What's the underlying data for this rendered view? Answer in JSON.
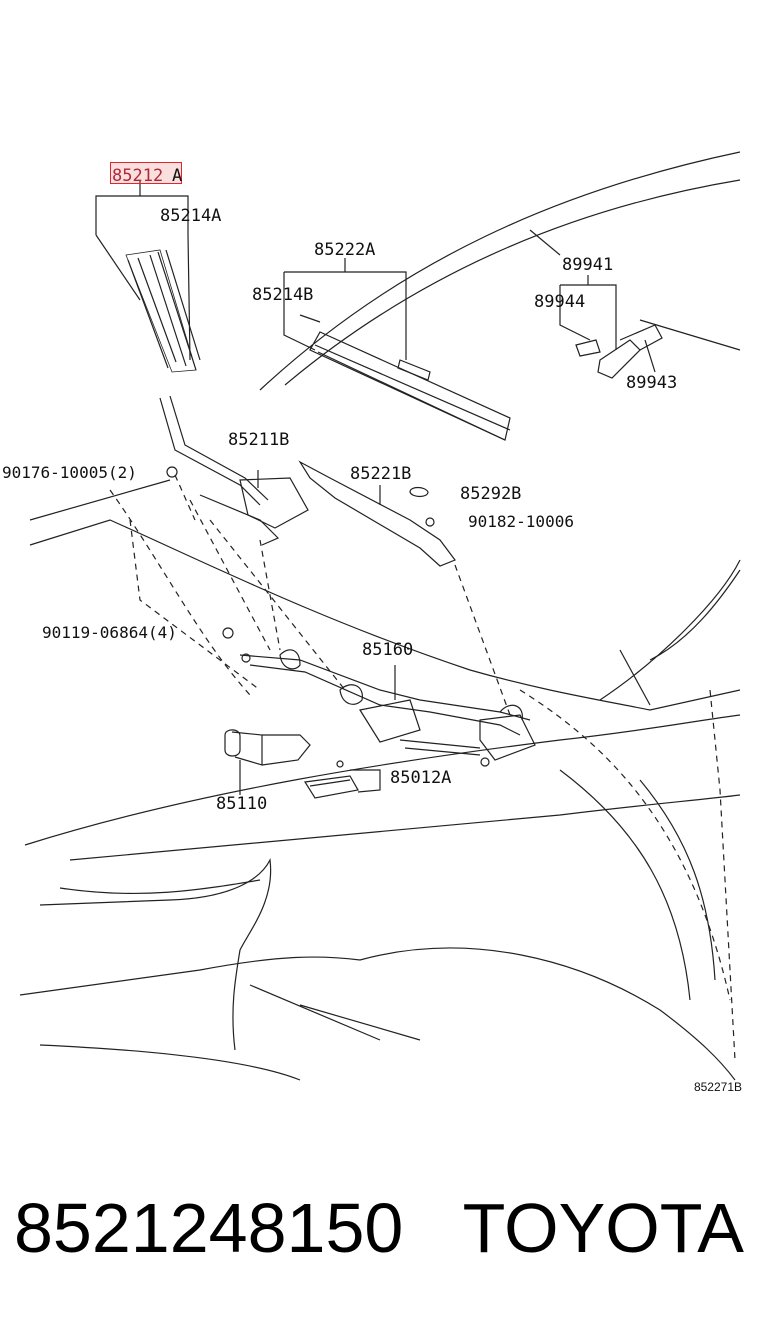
{
  "highlight": {
    "code": "85212",
    "suffix": "A"
  },
  "labels": {
    "l85214A": "85214A",
    "l85222A": "85222A",
    "l85214B": "85214B",
    "l89941": "89941",
    "l89944": "89944",
    "l89943": "89943",
    "l85211B": "85211B",
    "l90176": "90176-10005(2)",
    "l85221B": "85221B",
    "l85292B": "85292B",
    "l90182": "90182-10006",
    "l90119": "90119-06864(4)",
    "l85160": "85160",
    "l85012A": "85012A",
    "l85110": "85110"
  },
  "diagram_ref": "852271B",
  "footer": {
    "part_number": "8521248150",
    "brand": "TOYOTA"
  }
}
